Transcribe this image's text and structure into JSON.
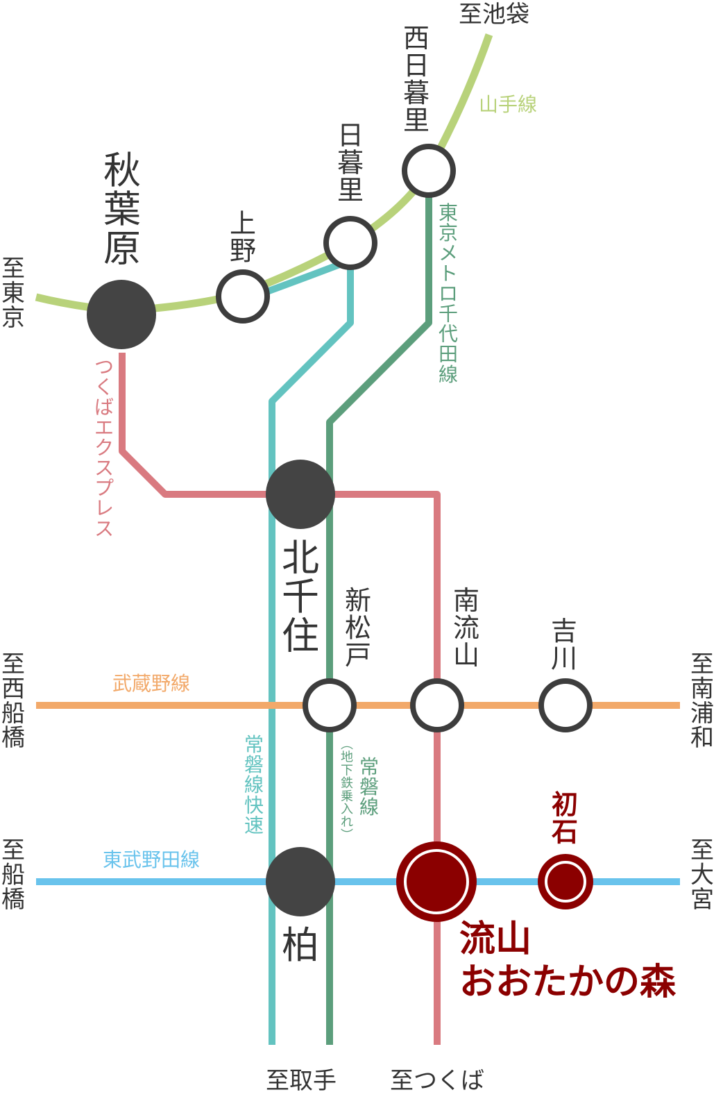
{
  "colors": {
    "yamanote": "#b8d27a",
    "chiyoda": "#5c9e7c",
    "joban_rapid": "#63c3c0",
    "tsukuba_express": "#d97a80",
    "musashino": "#f2a96a",
    "tobu_noda": "#69c3ec",
    "station_ring": "#3d3d3d",
    "major_station": "#444444",
    "highlight": "#8b0000",
    "label": "#333333"
  },
  "lines": {
    "yamanote": "山手線",
    "chiyoda": "東京メトロ千代田線",
    "tsukuba_express": "つくばエクスプレス",
    "musashino": "武蔵野線",
    "tobu_noda": "東武野田線",
    "joban_rapid": "常磐線快速",
    "joban_local": "常磐線",
    "joban_local_note": "（地下鉄乗入れ）"
  },
  "stations": {
    "akihabara": "秋葉原",
    "ueno": "上野",
    "nippori": "日暮里",
    "nishinippori": "西日暮里",
    "kitasenju": "北千住",
    "shinmatsudo": "新松戸",
    "minaminagareyama": "南流山",
    "yoshikawa": "吉川",
    "kashiwa": "柏",
    "hatsuishi": "初石",
    "target_line1": "流山",
    "target_line2": "おおたかの森"
  },
  "directions": {
    "ikebukuro": "至池袋",
    "tokyo": "至東京",
    "nishifunabashi": "至西船橋",
    "minamiurawa": "至南浦和",
    "funabashi": "至船橋",
    "omiya": "至大宮",
    "toride": "至取手",
    "tsukuba": "至つくば"
  }
}
